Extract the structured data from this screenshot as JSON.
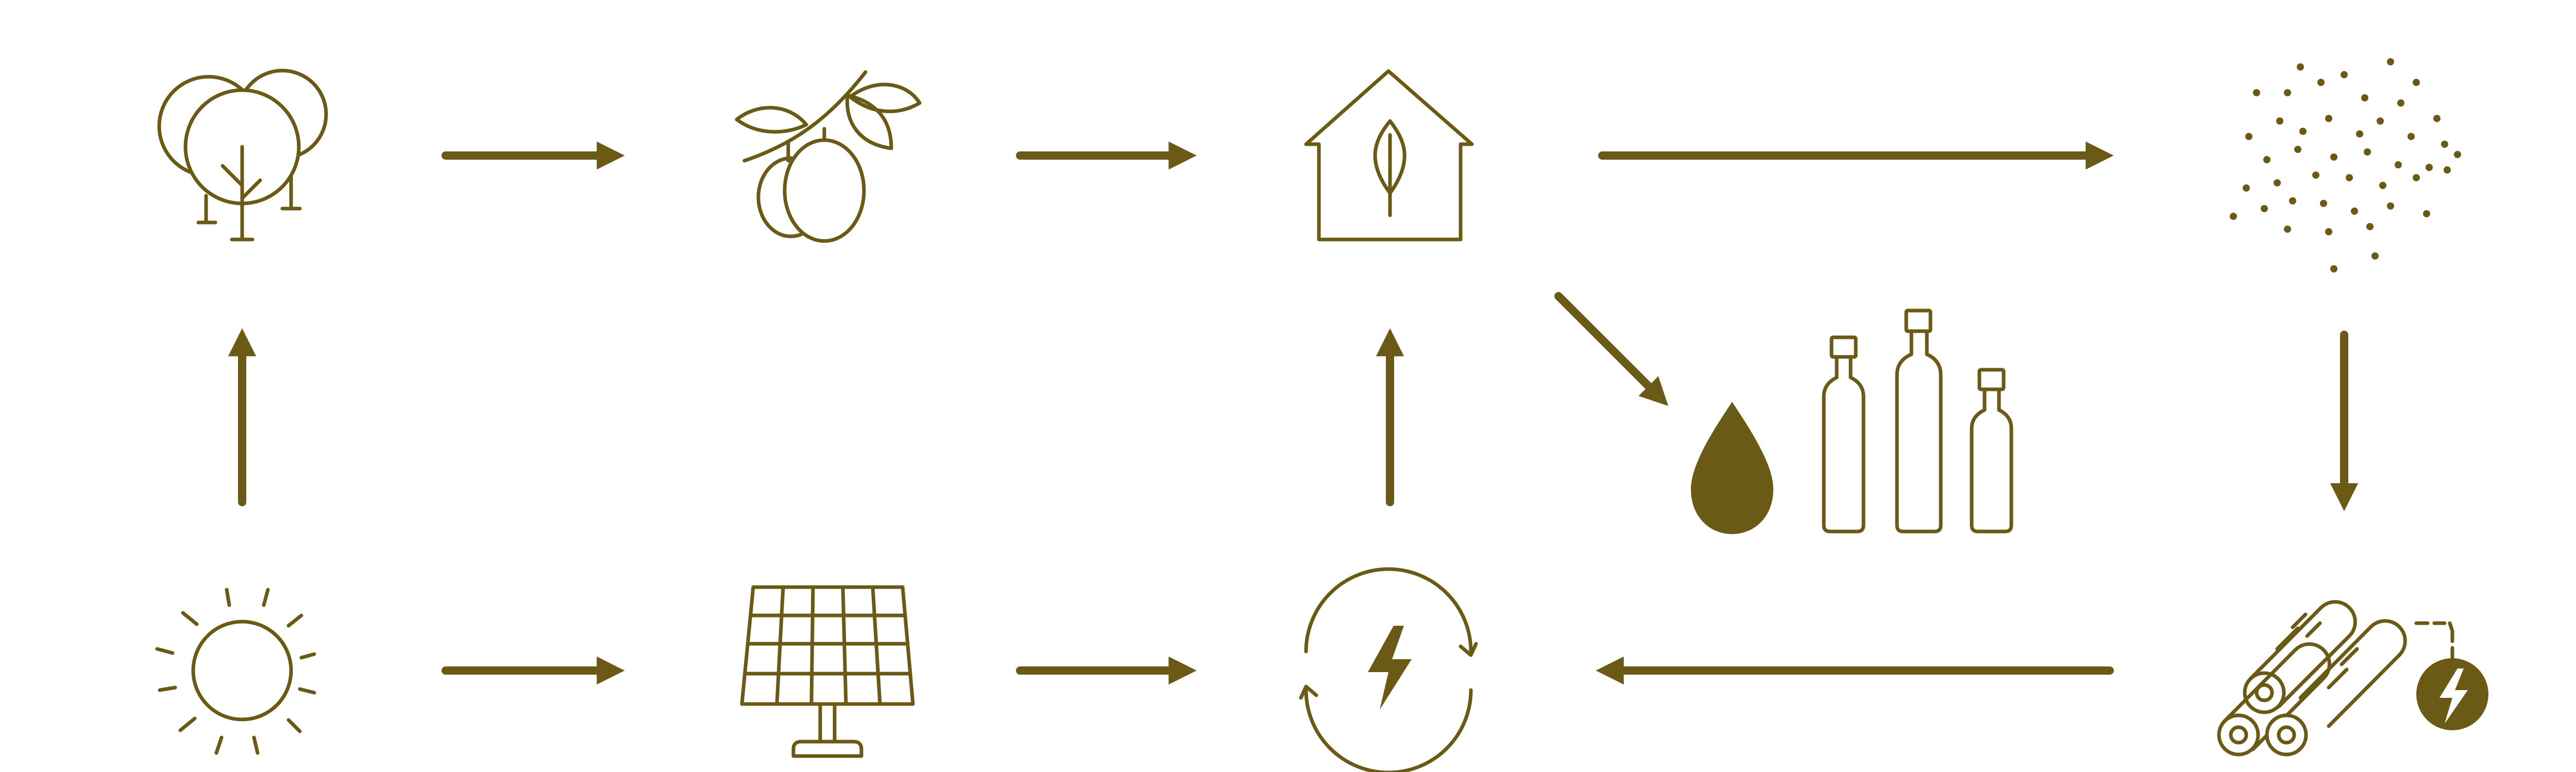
{
  "colors": {
    "accent": "#6b5a16",
    "background": "#ffffff"
  },
  "nodes": [
    {
      "id": "trees",
      "icon": "olive-trees-icon"
    },
    {
      "id": "olives",
      "icon": "olive-branch-icon"
    },
    {
      "id": "mill",
      "icon": "eco-house-icon"
    },
    {
      "id": "pomace",
      "icon": "dots-particles-icon"
    },
    {
      "id": "oil",
      "icon": "oil-drop-bottles-icon"
    },
    {
      "id": "sun",
      "icon": "sun-icon"
    },
    {
      "id": "solar",
      "icon": "solar-panel-icon"
    },
    {
      "id": "energy",
      "icon": "renewable-energy-cycle-icon"
    },
    {
      "id": "biomass",
      "icon": "biomass-logs-energy-icon"
    }
  ],
  "flows": [
    {
      "from": "sun",
      "to": "trees"
    },
    {
      "from": "trees",
      "to": "olives"
    },
    {
      "from": "olives",
      "to": "mill"
    },
    {
      "from": "mill",
      "to": "pomace"
    },
    {
      "from": "mill",
      "to": "oil"
    },
    {
      "from": "pomace",
      "to": "biomass"
    },
    {
      "from": "biomass",
      "to": "energy"
    },
    {
      "from": "sun",
      "to": "solar"
    },
    {
      "from": "solar",
      "to": "energy"
    },
    {
      "from": "energy",
      "to": "mill"
    }
  ]
}
